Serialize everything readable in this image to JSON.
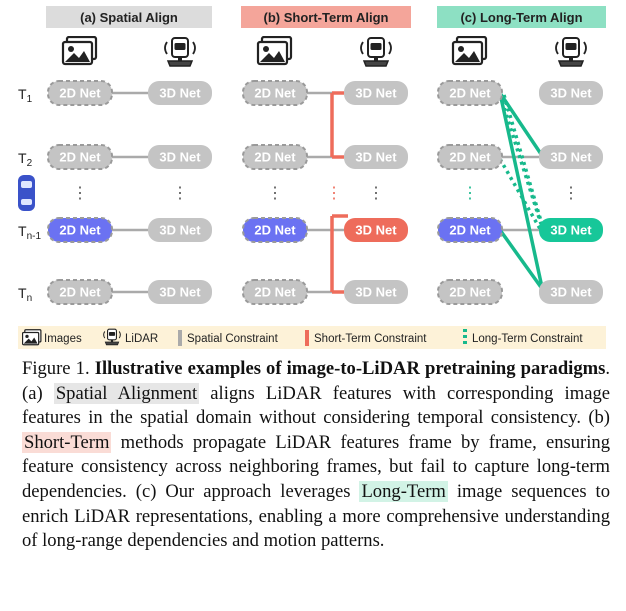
{
  "panels": [
    {
      "title": "(a) Spatial Align",
      "color": "#dcdcdc"
    },
    {
      "title": "(b) Short-Term Align",
      "color": "#f4a59a"
    },
    {
      "title": "(c) Long-Term Align",
      "color": "#8de0c3"
    }
  ],
  "time_labels": [
    {
      "main": "T",
      "sub": "1"
    },
    {
      "main": "T",
      "sub": "2"
    },
    {
      "main": "T",
      "sub": "n-1"
    },
    {
      "main": "T",
      "sub": "n"
    }
  ],
  "net_labels": {
    "two_d": "2D Net",
    "three_d": "3D Net"
  },
  "ellipsis": "⋮",
  "legend": {
    "images": "Images",
    "lidar": "LiDAR",
    "spatial": "Spatial Constraint",
    "short_term": "Short-Term Constraint",
    "long_term": "Long-Term Constraint"
  },
  "colors": {
    "gray_box": "#c4c4c4",
    "blue_box": "#6b72f2",
    "red_box": "#ee6c5b",
    "teal_box": "#17c799",
    "red_line": "#ee6c5b",
    "teal_line": "#17b98c",
    "gray_line": "#aaaaaa",
    "highlight_gray": "#e6e6e6",
    "highlight_red": "#fadcd6",
    "highlight_teal": "#d2f3e6",
    "legend_bg": "#fdf2d8"
  },
  "caption": {
    "label": "Figure 1.",
    "bold_title": "Illustrative examples of image-to-LiDAR pretraining paradigms",
    "part1": ". (a) ",
    "hl_spatial": "Spatial Alignment",
    "part2": " aligns LiDAR features with corresponding image features in the spatial domain without considering temporal consistency. (b) ",
    "hl_short": "Short-Term",
    "part3": " methods propagate LiDAR features frame by frame, ensuring feature consistency across neighboring frames, but fail to capture long-term dependencies. (c) Our approach leverages ",
    "hl_long": "Long-Term",
    "part4": " image sequences to enrich LiDAR representations, enabling a more comprehensive understanding of long-range dependencies and motion patterns."
  }
}
